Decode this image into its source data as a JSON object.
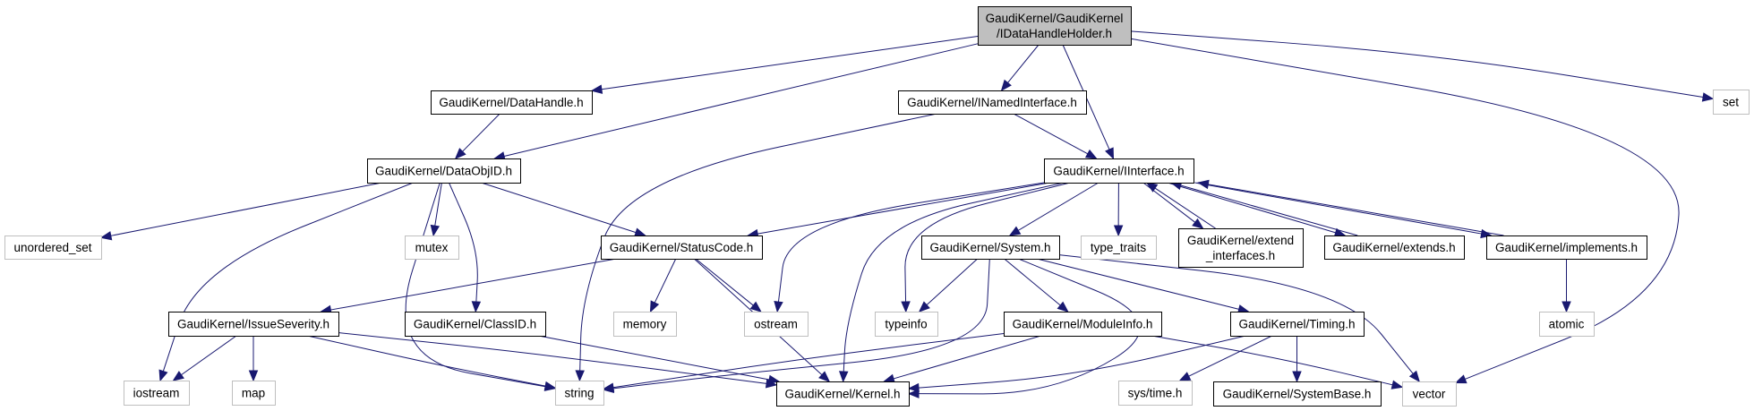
{
  "title": "GaudiKernel/GaudiKernel/IDataHandleHolder.h include dependency graph",
  "colors": {
    "edge": "#191970",
    "root_fill": "#bfbfbf",
    "project_border": "#000000",
    "system_border": "#bfbfbf"
  },
  "nodes": [
    {
      "id": "root",
      "lines": [
        "GaudiKernel/GaudiKernel",
        "/IDataHandleHolder.h"
      ],
      "kind": "root"
    },
    {
      "id": "DataHandle",
      "lines": [
        "GaudiKernel/DataHandle.h"
      ],
      "kind": "project"
    },
    {
      "id": "INamedInterface",
      "lines": [
        "GaudiKernel/INamedInterface.h"
      ],
      "kind": "project"
    },
    {
      "id": "set",
      "lines": [
        "set"
      ],
      "kind": "system"
    },
    {
      "id": "DataObjID",
      "lines": [
        "GaudiKernel/DataObjID.h"
      ],
      "kind": "project"
    },
    {
      "id": "IInterface",
      "lines": [
        "GaudiKernel/IInterface.h"
      ],
      "kind": "project"
    },
    {
      "id": "unordered_set",
      "lines": [
        "unordered_set"
      ],
      "kind": "system"
    },
    {
      "id": "mutex",
      "lines": [
        "mutex"
      ],
      "kind": "system"
    },
    {
      "id": "StatusCode",
      "lines": [
        "GaudiKernel/StatusCode.h"
      ],
      "kind": "project"
    },
    {
      "id": "System",
      "lines": [
        "GaudiKernel/System.h"
      ],
      "kind": "project"
    },
    {
      "id": "type_traits",
      "lines": [
        "type_traits"
      ],
      "kind": "system"
    },
    {
      "id": "extend_interfaces",
      "lines": [
        "GaudiKernel/extend",
        "_interfaces.h"
      ],
      "kind": "project"
    },
    {
      "id": "extends",
      "lines": [
        "GaudiKernel/extends.h"
      ],
      "kind": "project"
    },
    {
      "id": "implements",
      "lines": [
        "GaudiKernel/implements.h"
      ],
      "kind": "project"
    },
    {
      "id": "IssueSeverity",
      "lines": [
        "GaudiKernel/IssueSeverity.h"
      ],
      "kind": "project"
    },
    {
      "id": "ClassID",
      "lines": [
        "GaudiKernel/ClassID.h"
      ],
      "kind": "project"
    },
    {
      "id": "memory",
      "lines": [
        "memory"
      ],
      "kind": "system"
    },
    {
      "id": "ostream",
      "lines": [
        "ostream"
      ],
      "kind": "system"
    },
    {
      "id": "typeinfo",
      "lines": [
        "typeinfo"
      ],
      "kind": "system"
    },
    {
      "id": "ModuleInfo",
      "lines": [
        "GaudiKernel/ModuleInfo.h"
      ],
      "kind": "project"
    },
    {
      "id": "Timing",
      "lines": [
        "GaudiKernel/Timing.h"
      ],
      "kind": "project"
    },
    {
      "id": "atomic",
      "lines": [
        "atomic"
      ],
      "kind": "system"
    },
    {
      "id": "iostream",
      "lines": [
        "iostream"
      ],
      "kind": "system"
    },
    {
      "id": "map",
      "lines": [
        "map"
      ],
      "kind": "system"
    },
    {
      "id": "string",
      "lines": [
        "string"
      ],
      "kind": "system"
    },
    {
      "id": "Kernel",
      "lines": [
        "GaudiKernel/Kernel.h"
      ],
      "kind": "project"
    },
    {
      "id": "sys_time",
      "lines": [
        "sys/time.h"
      ],
      "kind": "system"
    },
    {
      "id": "SystemBase",
      "lines": [
        "GaudiKernel/SystemBase.h"
      ],
      "kind": "project"
    },
    {
      "id": "vector",
      "lines": [
        "vector"
      ],
      "kind": "system"
    }
  ],
  "edges": [
    {
      "from": "root",
      "to": "DataHandle"
    },
    {
      "from": "root",
      "to": "DataObjID"
    },
    {
      "from": "root",
      "to": "INamedInterface"
    },
    {
      "from": "root",
      "to": "IInterface"
    },
    {
      "from": "root",
      "to": "set"
    },
    {
      "from": "root",
      "to": "vector"
    },
    {
      "from": "DataHandle",
      "to": "DataObjID"
    },
    {
      "from": "INamedInterface",
      "to": "IInterface"
    },
    {
      "from": "INamedInterface",
      "to": "string"
    },
    {
      "from": "DataObjID",
      "to": "unordered_set"
    },
    {
      "from": "DataObjID",
      "to": "iostream"
    },
    {
      "from": "DataObjID",
      "to": "mutex"
    },
    {
      "from": "DataObjID",
      "to": "string"
    },
    {
      "from": "DataObjID",
      "to": "ClassID"
    },
    {
      "from": "DataObjID",
      "to": "StatusCode"
    },
    {
      "from": "IInterface",
      "to": "StatusCode"
    },
    {
      "from": "IInterface",
      "to": "ostream"
    },
    {
      "from": "IInterface",
      "to": "Kernel"
    },
    {
      "from": "IInterface",
      "to": "typeinfo"
    },
    {
      "from": "IInterface",
      "to": "System"
    },
    {
      "from": "IInterface",
      "to": "type_traits"
    },
    {
      "from": "IInterface",
      "to": "extend_interfaces"
    },
    {
      "from": "IInterface",
      "to": "extends"
    },
    {
      "from": "IInterface",
      "to": "implements"
    },
    {
      "from": "extend_interfaces",
      "to": "IInterface"
    },
    {
      "from": "extends",
      "to": "IInterface"
    },
    {
      "from": "implements",
      "to": "IInterface"
    },
    {
      "from": "implements",
      "to": "atomic"
    },
    {
      "from": "StatusCode",
      "to": "IssueSeverity"
    },
    {
      "from": "StatusCode",
      "to": "memory"
    },
    {
      "from": "StatusCode",
      "to": "ostream"
    },
    {
      "from": "StatusCode",
      "to": "Kernel"
    },
    {
      "from": "IssueSeverity",
      "to": "iostream"
    },
    {
      "from": "IssueSeverity",
      "to": "map"
    },
    {
      "from": "IssueSeverity",
      "to": "string"
    },
    {
      "from": "IssueSeverity",
      "to": "Kernel"
    },
    {
      "from": "ClassID",
      "to": "Kernel"
    },
    {
      "from": "System",
      "to": "typeinfo"
    },
    {
      "from": "System",
      "to": "string"
    },
    {
      "from": "System",
      "to": "ModuleInfo"
    },
    {
      "from": "System",
      "to": "Kernel"
    },
    {
      "from": "System",
      "to": "Timing"
    },
    {
      "from": "System",
      "to": "vector"
    },
    {
      "from": "ModuleInfo",
      "to": "string"
    },
    {
      "from": "ModuleInfo",
      "to": "Kernel"
    },
    {
      "from": "ModuleInfo",
      "to": "vector"
    },
    {
      "from": "Timing",
      "to": "Kernel"
    },
    {
      "from": "Timing",
      "to": "sys_time"
    },
    {
      "from": "Timing",
      "to": "SystemBase"
    }
  ]
}
